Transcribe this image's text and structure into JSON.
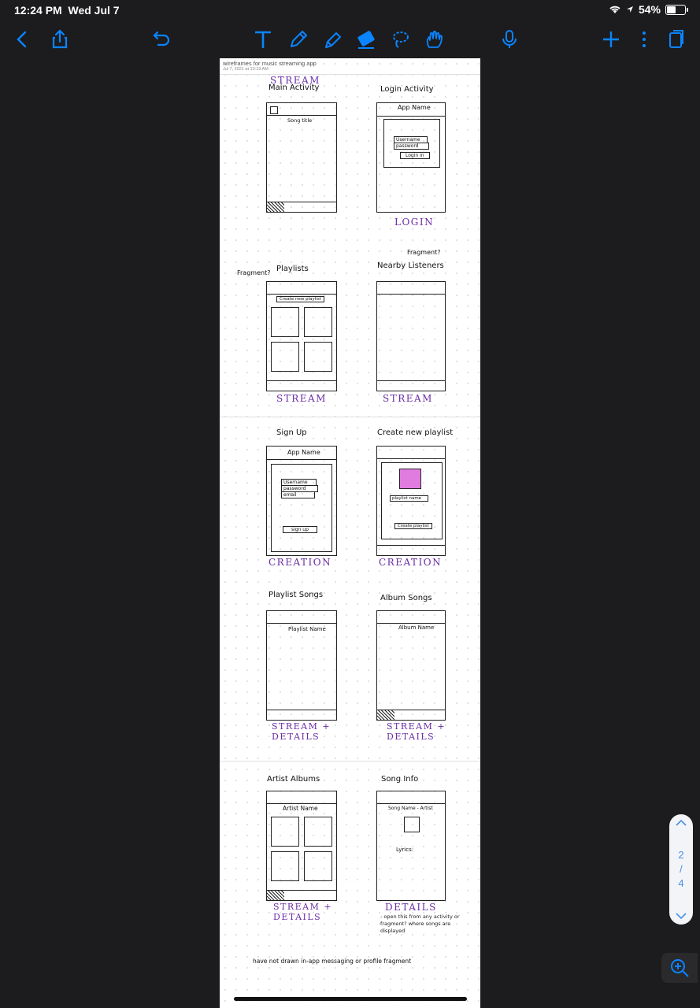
{
  "status": {
    "time": "12:24 PM",
    "date": "Wed Jul 7",
    "battery": "54%",
    "battery_level": 0.54
  },
  "toolbar": {
    "icons": [
      "back-icon",
      "share-icon",
      "undo-icon",
      "text-icon",
      "pen-icon",
      "highlighter-icon",
      "eraser-icon",
      "lasso-icon",
      "hand-icon",
      "mic-icon",
      "add-icon",
      "more-icon",
      "pages-icon"
    ]
  },
  "document": {
    "title": "wireframes for music streaming app",
    "date": "Jul 7, 2021 at 10:19 AM",
    "frames": [
      {
        "label": "Main Activity",
        "tag": "STREAM"
      },
      {
        "label": "Login Activity",
        "header": "App Name",
        "tag": "LOGIN",
        "fields": [
          "Username",
          "password",
          "Login in"
        ]
      },
      {
        "label": "Playlists",
        "tag": "STREAM",
        "button": "Create new playlist"
      },
      {
        "label": "Nearby Listeners",
        "tag": "STREAM",
        "note": "Fragment?"
      },
      {
        "label": "Sign Up",
        "header": "App Name",
        "tag": "CREATION",
        "fields": [
          "Username",
          "password",
          "email"
        ],
        "button": "sign up"
      },
      {
        "label": "Create new playlist",
        "tag": "CREATION",
        "field": "playlist name",
        "button": "Create playlist"
      },
      {
        "label": "Playlist Songs",
        "tag": "STREAM + DETAILS",
        "header": "Playlist Name"
      },
      {
        "label": "Album Songs",
        "tag": "STREAM + DETAILS",
        "header": "Album Name"
      },
      {
        "label": "Artist Albums",
        "tag": "STREAM + DETAILS",
        "header": "Artist Name"
      },
      {
        "label": "Song Info",
        "tag": "DETAILS",
        "header": "Song Name - Artist",
        "lyrics": "Lyrics:"
      }
    ],
    "footer_note": "have not drawn in-app messaging or profile fragment",
    "details_note": "- open this from any activity or fragment? where songs are displayed",
    "fragment_note": "Fragment?"
  },
  "pager": {
    "current": "2",
    "sep": "/",
    "total": "4"
  }
}
